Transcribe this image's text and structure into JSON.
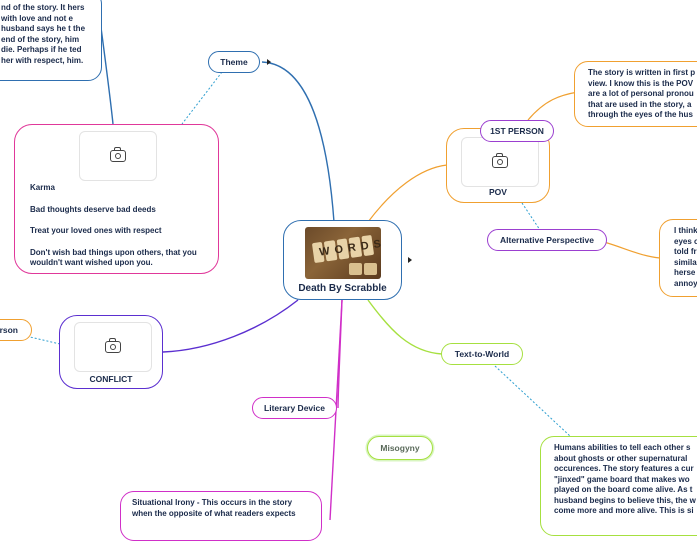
{
  "central": {
    "title": "Death By Scrabble",
    "image_word": "WORDS"
  },
  "theme": {
    "label": "Theme",
    "intro_text": "nd of the story. It hers with love and not e husband says he t the end of the story, him die. Perhaps if he ted her with respect, him.",
    "notes": [
      "Karma",
      "Bad thoughts deserve bad deeds",
      "Treat your loved ones with respect",
      "Don't wish bad things upon others, that you wouldn't want wished upon you."
    ]
  },
  "pov": {
    "label": "POV",
    "first_person": "1ST PERSON",
    "first_person_text": "The story is written in first p view. I know this is the POV are a lot of personal pronou that are used in the story, a through the eyes of the hus",
    "alt_label": "Alternative Perspective",
    "alt_text": "I think eyes o told fr simila herse annoy"
  },
  "conflict": {
    "label": "CONFLICT",
    "side_label": "erson"
  },
  "literary_device": {
    "label": "Literary Device",
    "irony_text": "Situational Irony - This occurs in the story when the opposite of what readers expects"
  },
  "misogyny": {
    "label": "Misogyny"
  },
  "text_to_world": {
    "label": "Text-to-World",
    "text": "Humans abilities to tell each other s about ghosts or other supernatural occurences. The story features a cur \"jinxed\" game board that makes wo played on the board come alive. As t husband begins to believe this, the w come more and more alive. This is si"
  },
  "colors": {
    "central": "#2f6fb0",
    "theme": "#2f6fb0",
    "theme_card": "#e0389a",
    "pov": "#f0a030",
    "alt": "#9b3fd0",
    "text_world": "#a6e040",
    "conflict": "#5b2fd0",
    "literary": "#d02fc8",
    "misogyny": "#8fe06a"
  }
}
